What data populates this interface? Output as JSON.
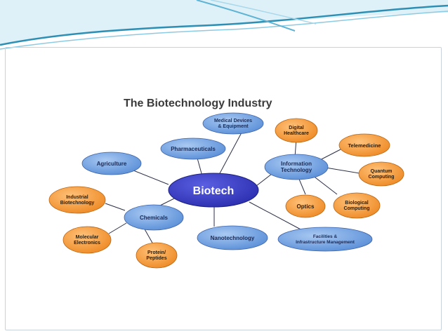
{
  "title": "The Biotechnology Industry",
  "center": {
    "label": "Biotech"
  },
  "colors": {
    "center_fill": "#3438c4",
    "blue_fill": "#6fa3e2",
    "orange_fill": "#f59b3e",
    "edge": "#2b2f45",
    "frame_teal": "#2e8fb4",
    "frame_light": "#cfe8f3"
  },
  "nodes": {
    "medical_devices": [
      "Medical Devices",
      "& Equipment"
    ],
    "pharmaceuticals": [
      "Pharmaceuticals"
    ],
    "agriculture": [
      "Agriculture"
    ],
    "information_technology": [
      "Information",
      "Technology"
    ],
    "chemicals": [
      "Chemicals"
    ],
    "nanotechnology": [
      "Nanotechnology"
    ],
    "facilities": [
      "Facilities &",
      "Infrastructure Management"
    ],
    "digital_healthcare": [
      "Digital",
      "Healthcare"
    ],
    "telemedicine": [
      "Telemedicine"
    ],
    "quantum_computing": [
      "Quantum",
      "Computing"
    ],
    "biological_computing": [
      "Biological",
      "Computing"
    ],
    "optics": [
      "Optics"
    ],
    "industrial_biotechnology": [
      "Industrial",
      "Biotechnology"
    ],
    "molecular_electronics": [
      "Molecular",
      "Electronics"
    ],
    "protein_peptides": [
      "Protein/",
      "Peptides"
    ]
  }
}
